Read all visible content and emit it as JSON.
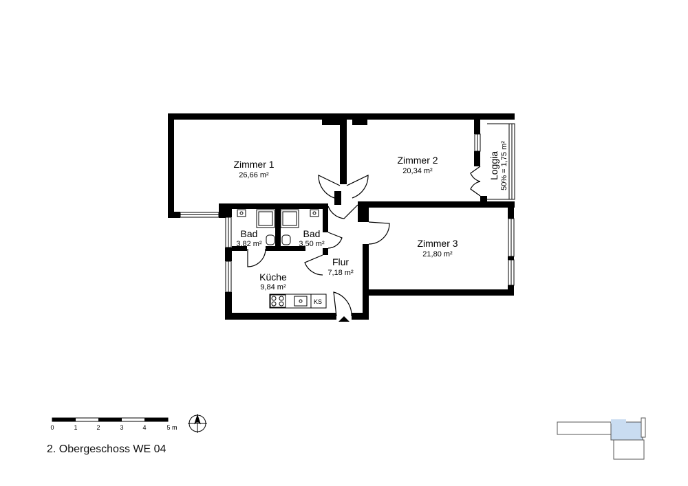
{
  "rooms": [
    {
      "name": "Zimmer 1",
      "area": "26,66 m²"
    },
    {
      "name": "Zimmer 2",
      "area": "20,34 m²"
    },
    {
      "name": "Zimmer 3",
      "area": "21,80 m²"
    },
    {
      "name": "Bad",
      "area": "3,82 m²"
    },
    {
      "name": "Bad",
      "area": "3,50 m²"
    },
    {
      "name": "Küche",
      "area": "9,84 m²"
    },
    {
      "name": "Flur",
      "area": "7,18 m²"
    }
  ],
  "loggia": {
    "name": "Loggia",
    "area": "50% = 1,75 m²"
  },
  "fixtures": {
    "fridge_label": "KS"
  },
  "scale": {
    "ticks": [
      "0",
      "1",
      "2",
      "3",
      "4",
      "5 m"
    ]
  },
  "footer": {
    "title": "2. Obergeschoss WE 04"
  },
  "colors": {
    "wall": "#000000",
    "highlight": "#c9dcf1",
    "outline": "#555555"
  },
  "icons": {
    "north": "north-arrow-icon",
    "keyplan": "building-keyplan"
  }
}
